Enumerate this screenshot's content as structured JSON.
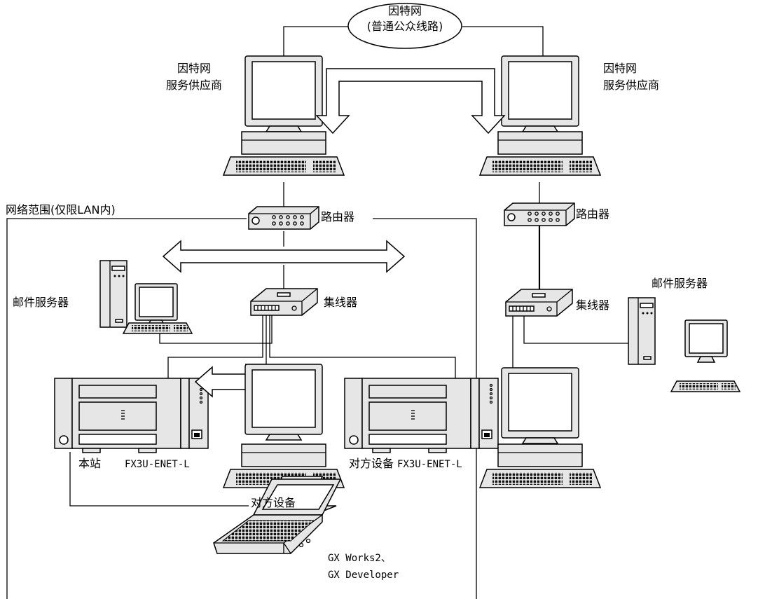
{
  "internet": {
    "line1": "因特网",
    "line2": "(普通公众线路)"
  },
  "isp_left": {
    "line1": "因特网",
    "line2": "服务供应商"
  },
  "isp_right": {
    "line1": "因特网",
    "line2": "服务供应商"
  },
  "network_scope": "网络范围(仅限LAN内)",
  "router_left": "路由器",
  "router_right": "路由器",
  "hub_left": "集线器",
  "hub_right": "集线器",
  "mail_server_left": "邮件服务器",
  "mail_server_right": "邮件服务器",
  "local_station": "本站",
  "local_model": "FX3U-ENET-L",
  "remote_plc": "对方设备",
  "remote_model": "FX3U-ENET-L",
  "remote_pc": "对方设备",
  "software": {
    "line1": "GX Works2、",
    "line2": "GX Developer"
  }
}
